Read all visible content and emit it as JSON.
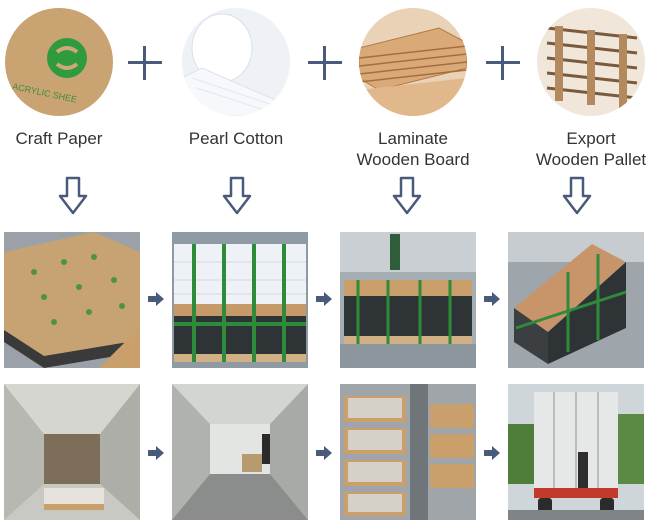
{
  "materials": [
    {
      "label_line1": "Craft Paper",
      "label_line2": ""
    },
    {
      "label_line1": "Pearl Cotton",
      "label_line2": ""
    },
    {
      "label_line1": "Laminate",
      "label_line2": "Wooden Board"
    },
    {
      "label_line1": "Export",
      "label_line2": "Wooden Pallet"
    }
  ],
  "colors": {
    "arrow": "#4a5a7a",
    "label_text": "#333333",
    "strap_green": "#2e8b3a",
    "kraft": "#c9a57a"
  },
  "icons": [
    "plus-icon",
    "down-arrow-icon",
    "right-arrow-icon"
  ]
}
